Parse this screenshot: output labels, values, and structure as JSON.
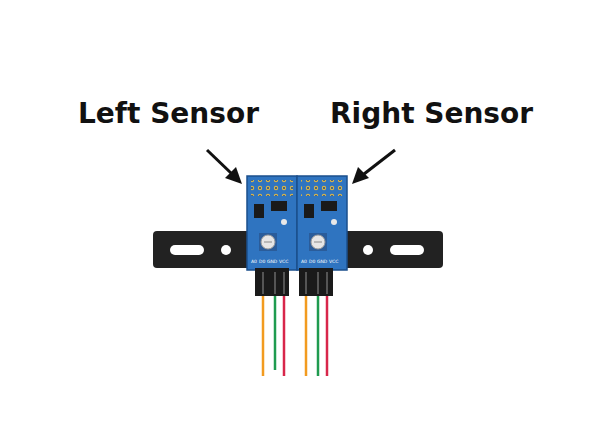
{
  "diagram": {
    "labels": [
      "Left Sensor",
      "Right Sensor",
      "A0",
      "D0",
      "GND",
      "VCC",
      "A0",
      "D0",
      "GND",
      "VCC"
    ]
  }
}
